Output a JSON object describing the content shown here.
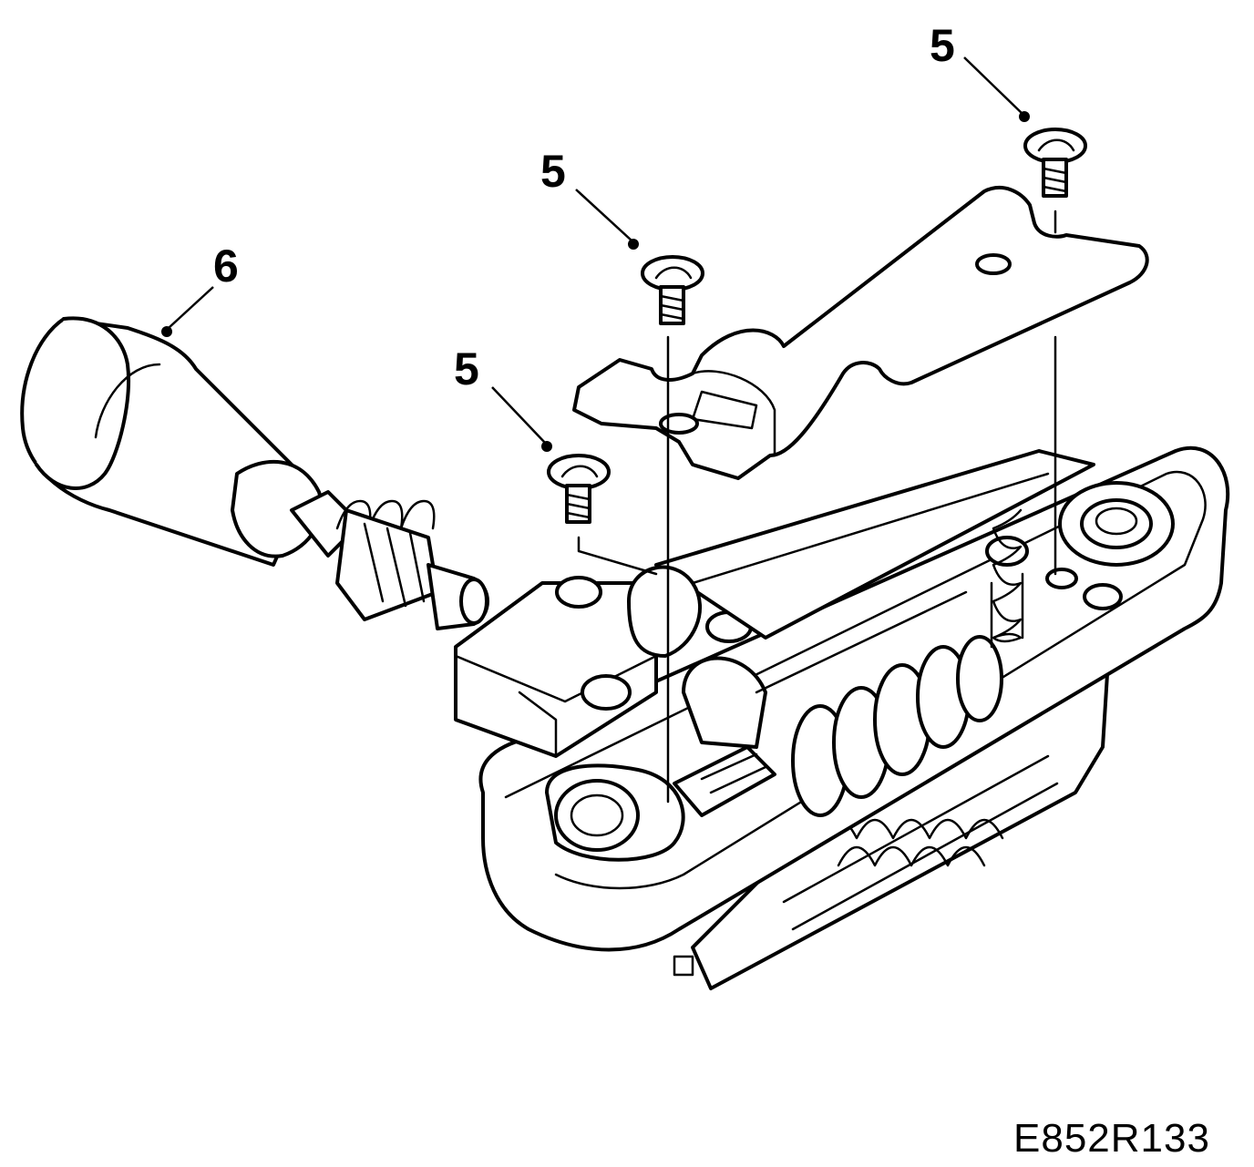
{
  "callouts": {
    "screw_top_right": "5",
    "screw_center": "5",
    "screw_left": "5",
    "motor": "6"
  },
  "figure_id": "E852R133"
}
